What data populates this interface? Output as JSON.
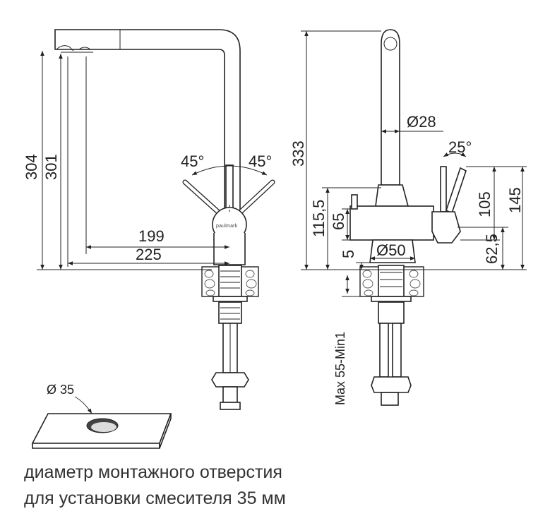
{
  "dimensions": {
    "front": {
      "height_total": "304",
      "height_spout": "301",
      "reach_inner": "199",
      "reach_outer": "225",
      "angle_left": "45°",
      "angle_right": "45°"
    },
    "side": {
      "height_total": "333",
      "spout_diameter": "Ø28",
      "lever_angle": "25°",
      "dim_115_5": "115,5",
      "dim_65": "65",
      "dim_5": "5",
      "base_diameter": "Ø50",
      "dim_105": "105",
      "dim_145": "145",
      "dim_62_5": "62,5",
      "mount_thickness": "Max 55-Min1"
    },
    "hole": {
      "diameter": "Ø 35"
    }
  },
  "brand": "paulmark",
  "caption": {
    "line1": "диаметр монтажного отверстия",
    "line2": "для установки смесителя 35 мм"
  }
}
